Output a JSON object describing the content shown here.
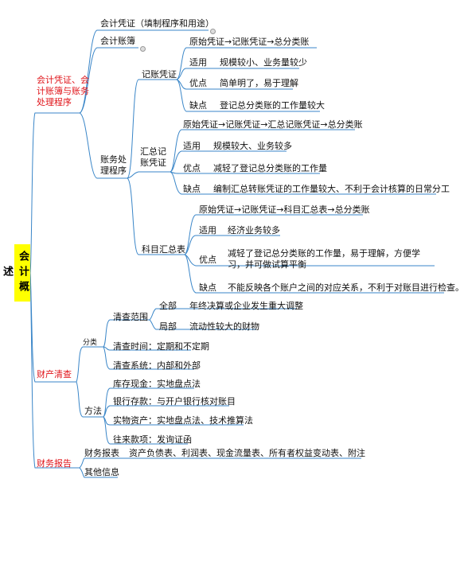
{
  "root": "会计概述",
  "b1": {
    "label": "会计凭证、会计账簿与账务处理程序",
    "voucher": "会计凭证（填制程序和用途）",
    "ledger": "会计账簿",
    "proc": "账务处理程序",
    "m1": {
      "label": "记账凭证",
      "flow": "原始凭证→记账凭证→总分类账",
      "k1": "适用",
      "v1": "规模较小、业务量较少",
      "k2": "优点",
      "v2": "简单明了，易于理解",
      "k3": "缺点",
      "v3": "登记总分类账的工作量较大"
    },
    "m2": {
      "label": "汇总记账凭证",
      "flow": "原始凭证→记账凭证→汇总记账凭证→总分类账",
      "k1": "适用",
      "v1": "规模较大、业务较多",
      "k2": "优点",
      "v2": "减轻了登记总分类账的工作量",
      "k3": "缺点",
      "v3": "编制汇总转账凭证的工作量较大、不利于会计核算的日常分工"
    },
    "m3": {
      "label": "科目汇总表",
      "flow": "原始凭证→记账凭证→科目汇总表→总分类账",
      "k1": "适用",
      "v1": "经济业务较多",
      "k2": "优点",
      "v2": "减轻了登记总分类账的工作量，易于理解，方便学习，并可做试算平衡",
      "k3": "缺点",
      "v3": "不能反映各个账户之间的对应关系，不利于对账目进行检查。"
    }
  },
  "b2": {
    "label": "财产清查",
    "cat": "分类",
    "scope": "清查范围",
    "full_k": "全部",
    "full_v": "年终决算或企业发生重大调整",
    "part_k": "局部",
    "part_v": "流动性较大的财物",
    "time": "清查时间：定期和不定期",
    "system": "清查系统：内部和外部",
    "method": "方法",
    "cash": "库存现金：实地盘点法",
    "bank": "银行存款：与开户银行核对账目",
    "asset": "实物资产：实地盘点法、技术推算法",
    "dealings": "往来款项：发询证函"
  },
  "b3": {
    "label": "财务报告",
    "fs_k": "财务报表",
    "fs_v": "资产负债表、利润表、现金流量表、所有者权益变动表、附注",
    "other": "其他信息"
  }
}
